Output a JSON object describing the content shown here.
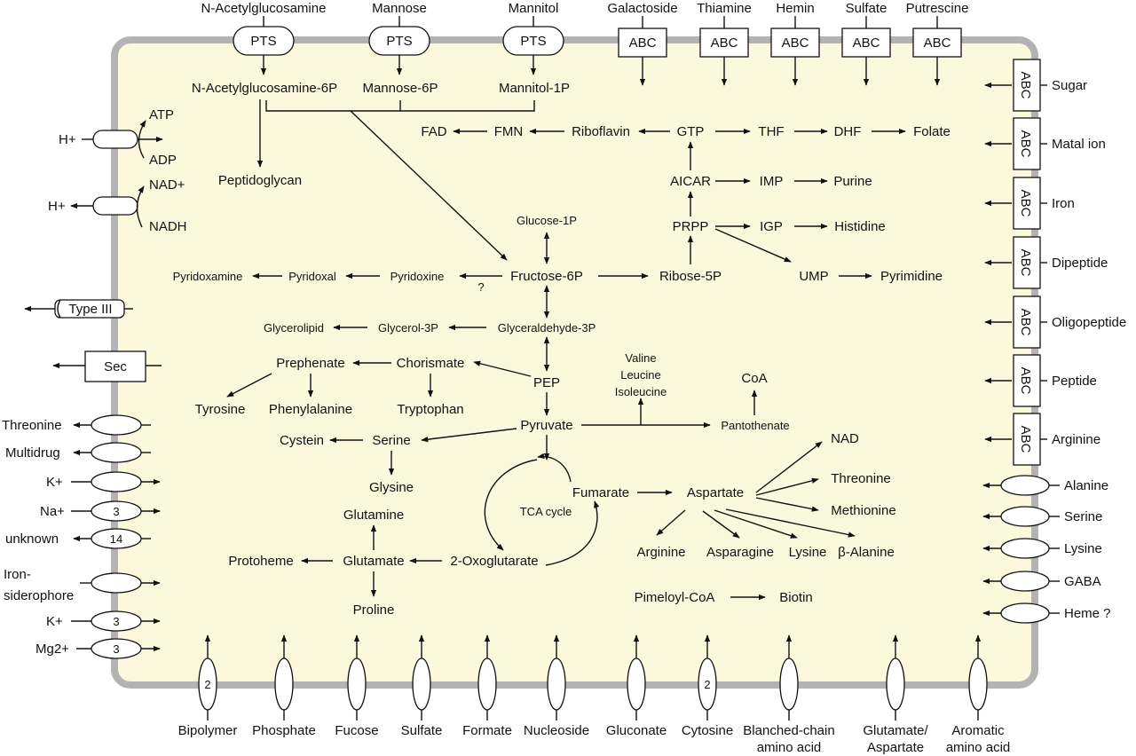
{
  "top_transporters": [
    {
      "id": "nag",
      "substrate": "N-Acetylglucosamine",
      "kind": "PTS",
      "product": "N-Acetylglucosamine-6P"
    },
    {
      "id": "man",
      "substrate": "Mannose",
      "kind": "PTS",
      "product": "Mannose-6P"
    },
    {
      "id": "mtl",
      "substrate": "Mannitol",
      "kind": "PTS",
      "product": "Mannitol-1P"
    },
    {
      "id": "gal",
      "substrate": "Galactoside",
      "kind": "ABC"
    },
    {
      "id": "thi",
      "substrate": "Thiamine",
      "kind": "ABC"
    },
    {
      "id": "hem",
      "substrate": "Hemin",
      "kind": "ABC"
    },
    {
      "id": "sul",
      "substrate": "Sulfate",
      "kind": "ABC"
    },
    {
      "id": "put",
      "substrate": "Putrescine",
      "kind": "ABC"
    }
  ],
  "right_abc": [
    {
      "id": "sugar",
      "label": "Sugar",
      "kind": "ABC"
    },
    {
      "id": "metal",
      "label": "Matal ion",
      "kind": "ABC"
    },
    {
      "id": "iron",
      "label": "Iron",
      "kind": "ABC"
    },
    {
      "id": "dipep",
      "label": "Dipeptide",
      "kind": "ABC"
    },
    {
      "id": "oligo",
      "label": "Oligopeptide",
      "kind": "ABC"
    },
    {
      "id": "pep",
      "label": "Peptide",
      "kind": "ABC"
    },
    {
      "id": "arg",
      "label": "Arginine",
      "kind": "ABC"
    }
  ],
  "right_permeases": [
    {
      "id": "ala",
      "label": "Alanine"
    },
    {
      "id": "ser",
      "label": "Serine"
    },
    {
      "id": "lys",
      "label": "Lysine"
    },
    {
      "id": "gaba",
      "label": "GABA"
    },
    {
      "id": "heme",
      "label": "Heme ?"
    }
  ],
  "left_transporters": {
    "atpase": {
      "ion": "H+",
      "a": "ATP",
      "b": "ADP"
    },
    "nadh": {
      "ion": "H+",
      "a": "NAD+",
      "b": "NADH"
    },
    "type3": "Type III",
    "sec": "Sec",
    "efflux": [
      {
        "id": "thr",
        "label": "Threonine",
        "num": ""
      },
      {
        "id": "mdr",
        "label": "Multidrug",
        "num": ""
      }
    ],
    "uptake": [
      {
        "id": "k1",
        "label": "K+",
        "num": ""
      },
      {
        "id": "na",
        "label": "Na+",
        "num": "3"
      },
      {
        "id": "unk",
        "label": "unknown",
        "num": "14"
      },
      {
        "id": "fe",
        "label": "Iron-siderophore",
        "num": ""
      },
      {
        "id": "k2",
        "label": "K+",
        "num": "3"
      },
      {
        "id": "mg",
        "label": "Mg2+",
        "num": "3"
      }
    ]
  },
  "bottom_transporters": [
    {
      "id": "bip",
      "label": "Bipolymer",
      "num": "2"
    },
    {
      "id": "pho",
      "label": "Phosphate",
      "num": ""
    },
    {
      "id": "fuc",
      "label": "Fucose",
      "num": ""
    },
    {
      "id": "sulb",
      "label": "Sulfate",
      "num": ""
    },
    {
      "id": "for",
      "label": "Formate",
      "num": ""
    },
    {
      "id": "nuc",
      "label": "Nucleoside",
      "num": ""
    },
    {
      "id": "glc",
      "label": "Gluconate",
      "num": ""
    },
    {
      "id": "cyt",
      "label": "Cytosine",
      "num": "2"
    },
    {
      "id": "bca",
      "label": "Blanched-chain\namino acid",
      "num": ""
    },
    {
      "id": "glu",
      "label": "Glutamate/\nAspartate",
      "num": ""
    },
    {
      "id": "aro",
      "label": "Aromatic\namino acid",
      "num": ""
    }
  ],
  "metabolites": {
    "peptidoglycan": "Peptidoglycan",
    "fad": "FAD",
    "fmn": "FMN",
    "riboflavin": "Riboflavin",
    "gtp": "GTP",
    "thf": "THF",
    "dhf": "DHF",
    "folate": "Folate",
    "aicar": "AICAR",
    "imp": "IMP",
    "purine": "Purine",
    "prpp": "PRPP",
    "igp": "IGP",
    "histidine": "Histidine",
    "ump": "UMP",
    "pyrimidine": "Pyrimidine",
    "glucose1p": "Glucose-1P",
    "f6p": "Fructose-6P",
    "ribose5p": "Ribose-5P",
    "pyridoxamine": "Pyridoxamine",
    "pyridoxal": "Pyridoxal",
    "pyridoxine": "Pyridoxine",
    "question": "?",
    "glycerolipid": "Glycerolipid",
    "glycerol3p": "Glycerol-3P",
    "g3p": "Glyceraldehyde-3P",
    "prephenate": "Prephenate",
    "chorismate": "Chorismate",
    "tyrosine": "Tyrosine",
    "phenylalanine": "Phenylalanine",
    "tryptophan": "Tryptophan",
    "pep": "PEP",
    "valine": "Valine",
    "leucine": "Leucine",
    "isoleucine": "Isoleucine",
    "coa": "CoA",
    "pyruvate": "Pyruvate",
    "pantothenate": "Pantothenate",
    "cystein": "Cystein",
    "serine": "Serine",
    "glysine": "Glysine",
    "nad": "NAD",
    "threonine": "Threonine",
    "methionine": "Methionine",
    "fumarate": "Fumarate",
    "aspartate": "Aspartate",
    "tca": "TCA cycle",
    "glutamine": "Glutamine",
    "protoheme": "Protoheme",
    "glutamate": "Glutamate",
    "oxoglutarate": "2-Oxoglutarate",
    "arginine": "Arginine",
    "asparagine": "Asparagine",
    "lysine": "Lysine",
    "balanine": "β-Alanine",
    "proline": "Proline",
    "pimeloylcoa": "Pimeloyl-CoA",
    "biotin": "Biotin"
  },
  "colors": {
    "cytoplasm": "#fbf8dc",
    "membrane": "#b3b3b3",
    "ink": "#111111"
  }
}
